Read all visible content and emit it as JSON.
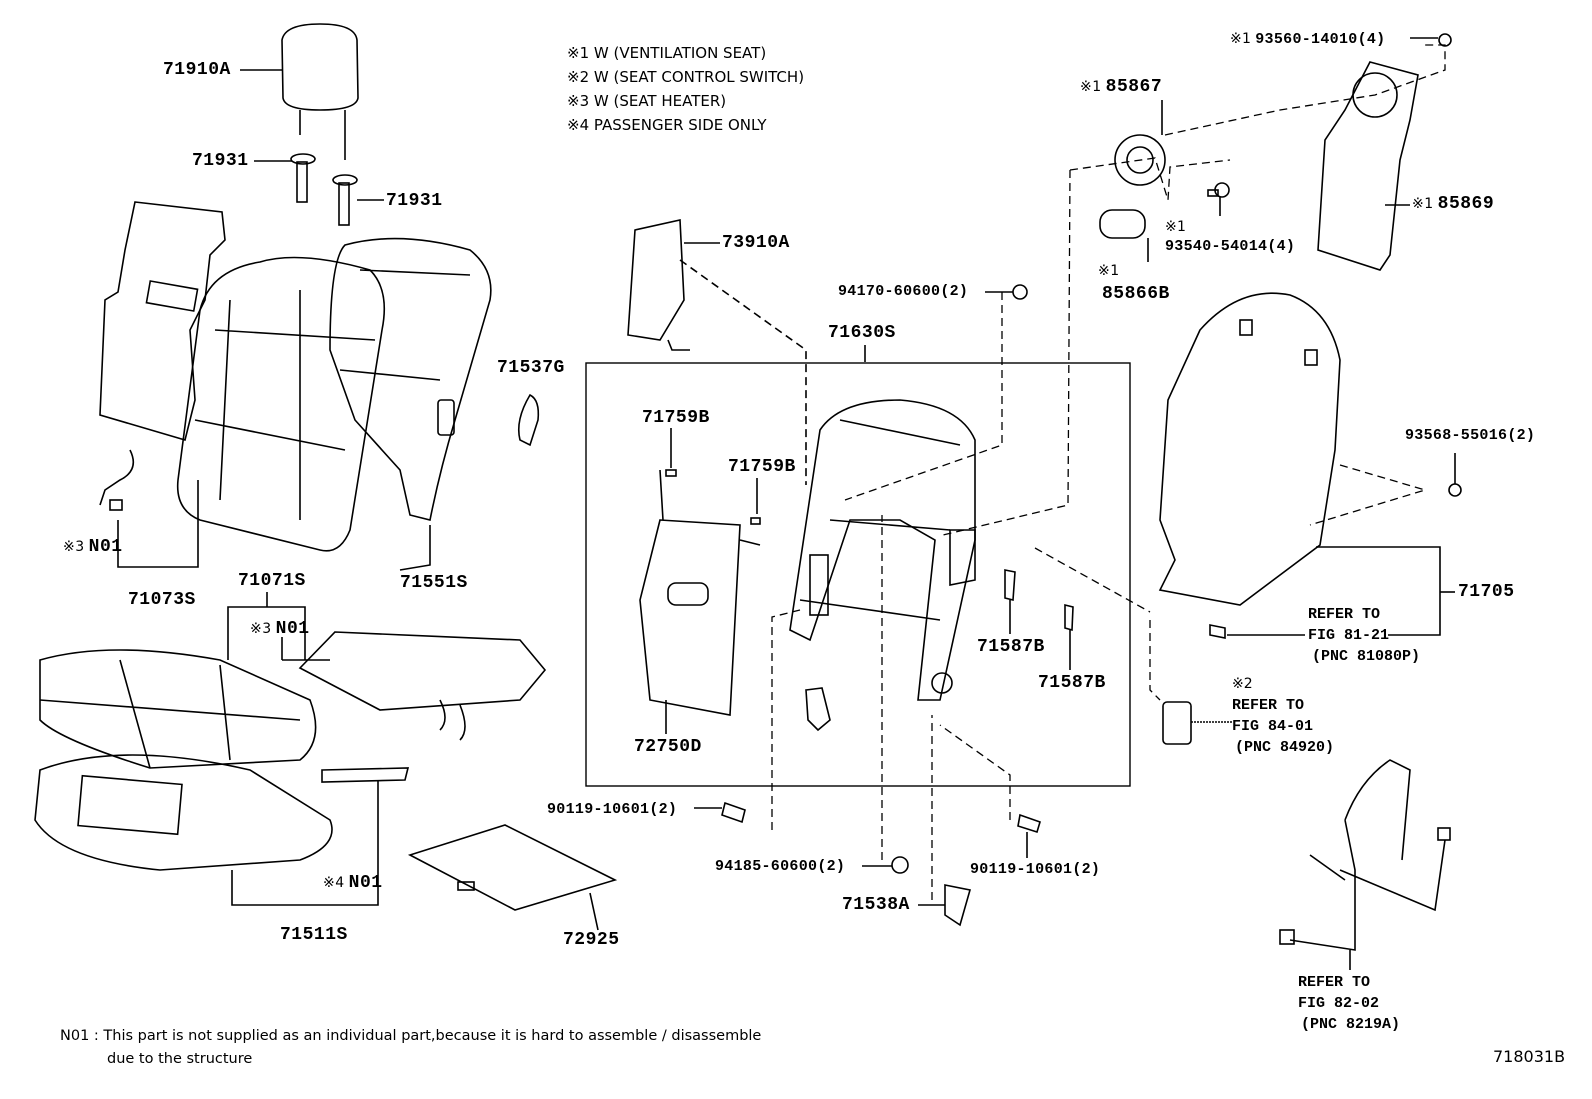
{
  "notes": [
    "※1  W (VENTILATION  SEAT)",
    "※2  W (SEAT  CONTROL  SWITCH)",
    "※3  W (SEAT  HEATER)",
    "※4  PASSENGER SIDE ONLY"
  ],
  "labels": {
    "headrest": "71910A",
    "support_left": "71931",
    "support_right": "71931",
    "back_pad": "71073S",
    "back_pad_n01": "N01",
    "back_pad_mark": "※3",
    "cushion_cover": "71071S",
    "heater_n01": "N01",
    "heater_mark": "※3",
    "back_cover": "71551S",
    "cover_71537g": "71537G",
    "cover_73910a": "73910A",
    "nut_94170": "94170-60600(2)",
    "frame": "71630S",
    "clip_a": "71759B",
    "clip_b": "71759B",
    "lumbar": "72750D",
    "hook_a": "71587B",
    "hook_b": "71587B",
    "bolt_left": "90119-10601(2)",
    "nut_94185": "94185-60600(2)",
    "bolt_right": "90119-10601(2)",
    "cover_71538a": "71538A",
    "pad_72925": "72925",
    "cushion": "71511S",
    "cushion_n01": "N01",
    "cushion_mark": "※4",
    "screw_93560": "93560-14010(4)",
    "screw_93560_mark": "※1",
    "fan": "85867",
    "fan_mark": "※1",
    "screw_93540": "93540-54014(4)",
    "screw_93540_mark": "※1",
    "duct_85866b": "85866B",
    "duct_85866b_mark": "※1",
    "duct_85869": "85869",
    "duct_85869_mark": "※1",
    "clip_93568": "93568-55016(2)",
    "board": "71705"
  },
  "refs": {
    "r1": {
      "line1": "REFER TO",
      "line2": "FIG 81-21",
      "line3": "(PNC 81080P)"
    },
    "r2": {
      "mark": "※2",
      "line1": "REFER TO",
      "line2": "FIG 84-01",
      "line3": "(PNC 84920)"
    },
    "r3": {
      "line1": "REFER TO",
      "line2": "FIG 82-02",
      "line3": "(PNC 8219A)"
    }
  },
  "footnote": {
    "line1": "N01 : This part is not supplied as an individual part,because it is hard to assemble / disassemble",
    "line2": "due to the structure"
  },
  "figure_id": "718031B"
}
